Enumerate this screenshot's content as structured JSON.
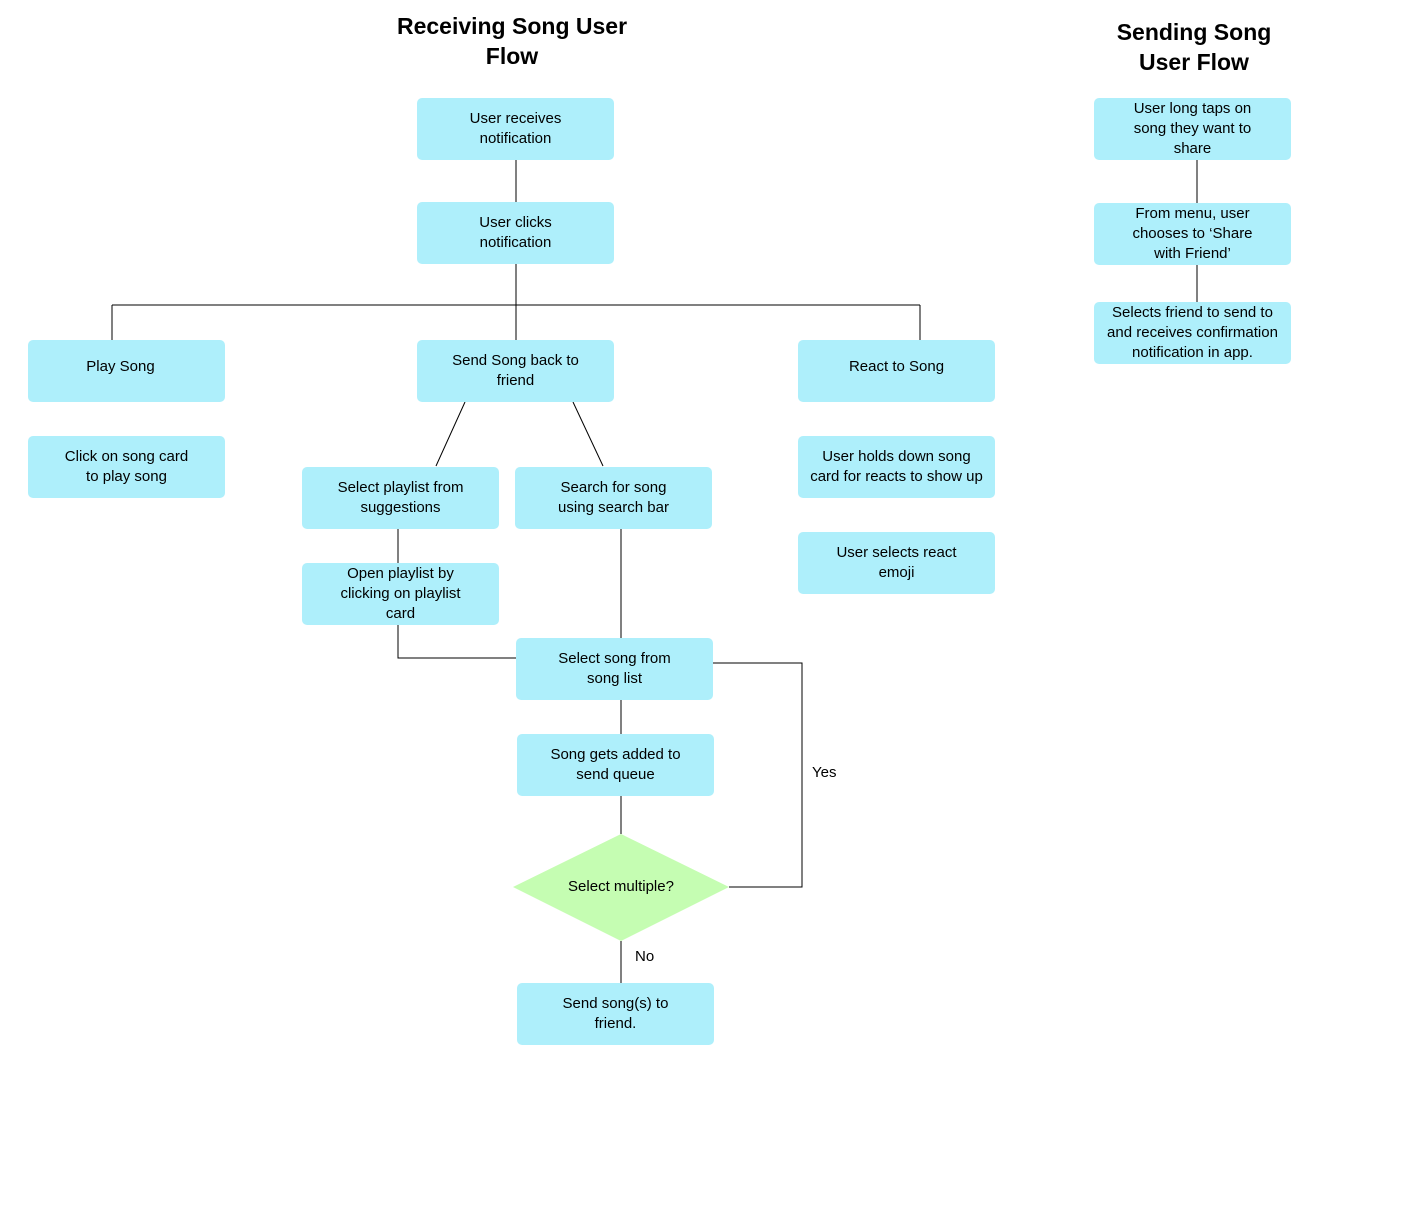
{
  "titles": {
    "receiving": [
      "Receiving Song User",
      "Flow"
    ],
    "sending": [
      "Sending Song",
      "User Flow"
    ]
  },
  "receiving_flow": {
    "receives_notification": [
      "User receives",
      "notification"
    ],
    "clicks_notification": [
      "User clicks",
      "notification"
    ],
    "play_song": [
      "Play Song"
    ],
    "click_song_card": [
      "Click on song card",
      "to play song"
    ],
    "send_song_back": [
      "Send Song back to",
      "friend"
    ],
    "select_playlist": [
      "Select playlist from",
      "suggestions"
    ],
    "search_song": [
      "Search for song",
      "using search bar"
    ],
    "open_playlist": [
      "Open playlist by",
      "clicking on playlist",
      "card"
    ],
    "select_song_list": [
      "Select song from",
      "song list"
    ],
    "added_to_queue": [
      "Song gets added to",
      "send queue"
    ],
    "decision": "Select multiple?",
    "yes_label": "Yes",
    "no_label": "No",
    "send_to_friend": [
      "Send song(s) to",
      "friend."
    ],
    "react_to_song": [
      "React to Song"
    ],
    "holds_down_card": [
      "User holds down song",
      "card for reacts to show up"
    ],
    "selects_emoji": [
      "User selects react",
      "emoji"
    ]
  },
  "sending_flow": {
    "long_taps": [
      "User long taps on",
      "song they want to",
      "share"
    ],
    "chooses_share": [
      "From menu, user",
      "chooses to ‘Share",
      "with Friend’"
    ],
    "selects_friend": [
      "Selects friend to send to",
      "and receives confirmation",
      "notification in app."
    ]
  },
  "colors": {
    "node_fill": "#aeeffb",
    "decision_fill": "#c5fdb2",
    "connector": "#000000"
  }
}
